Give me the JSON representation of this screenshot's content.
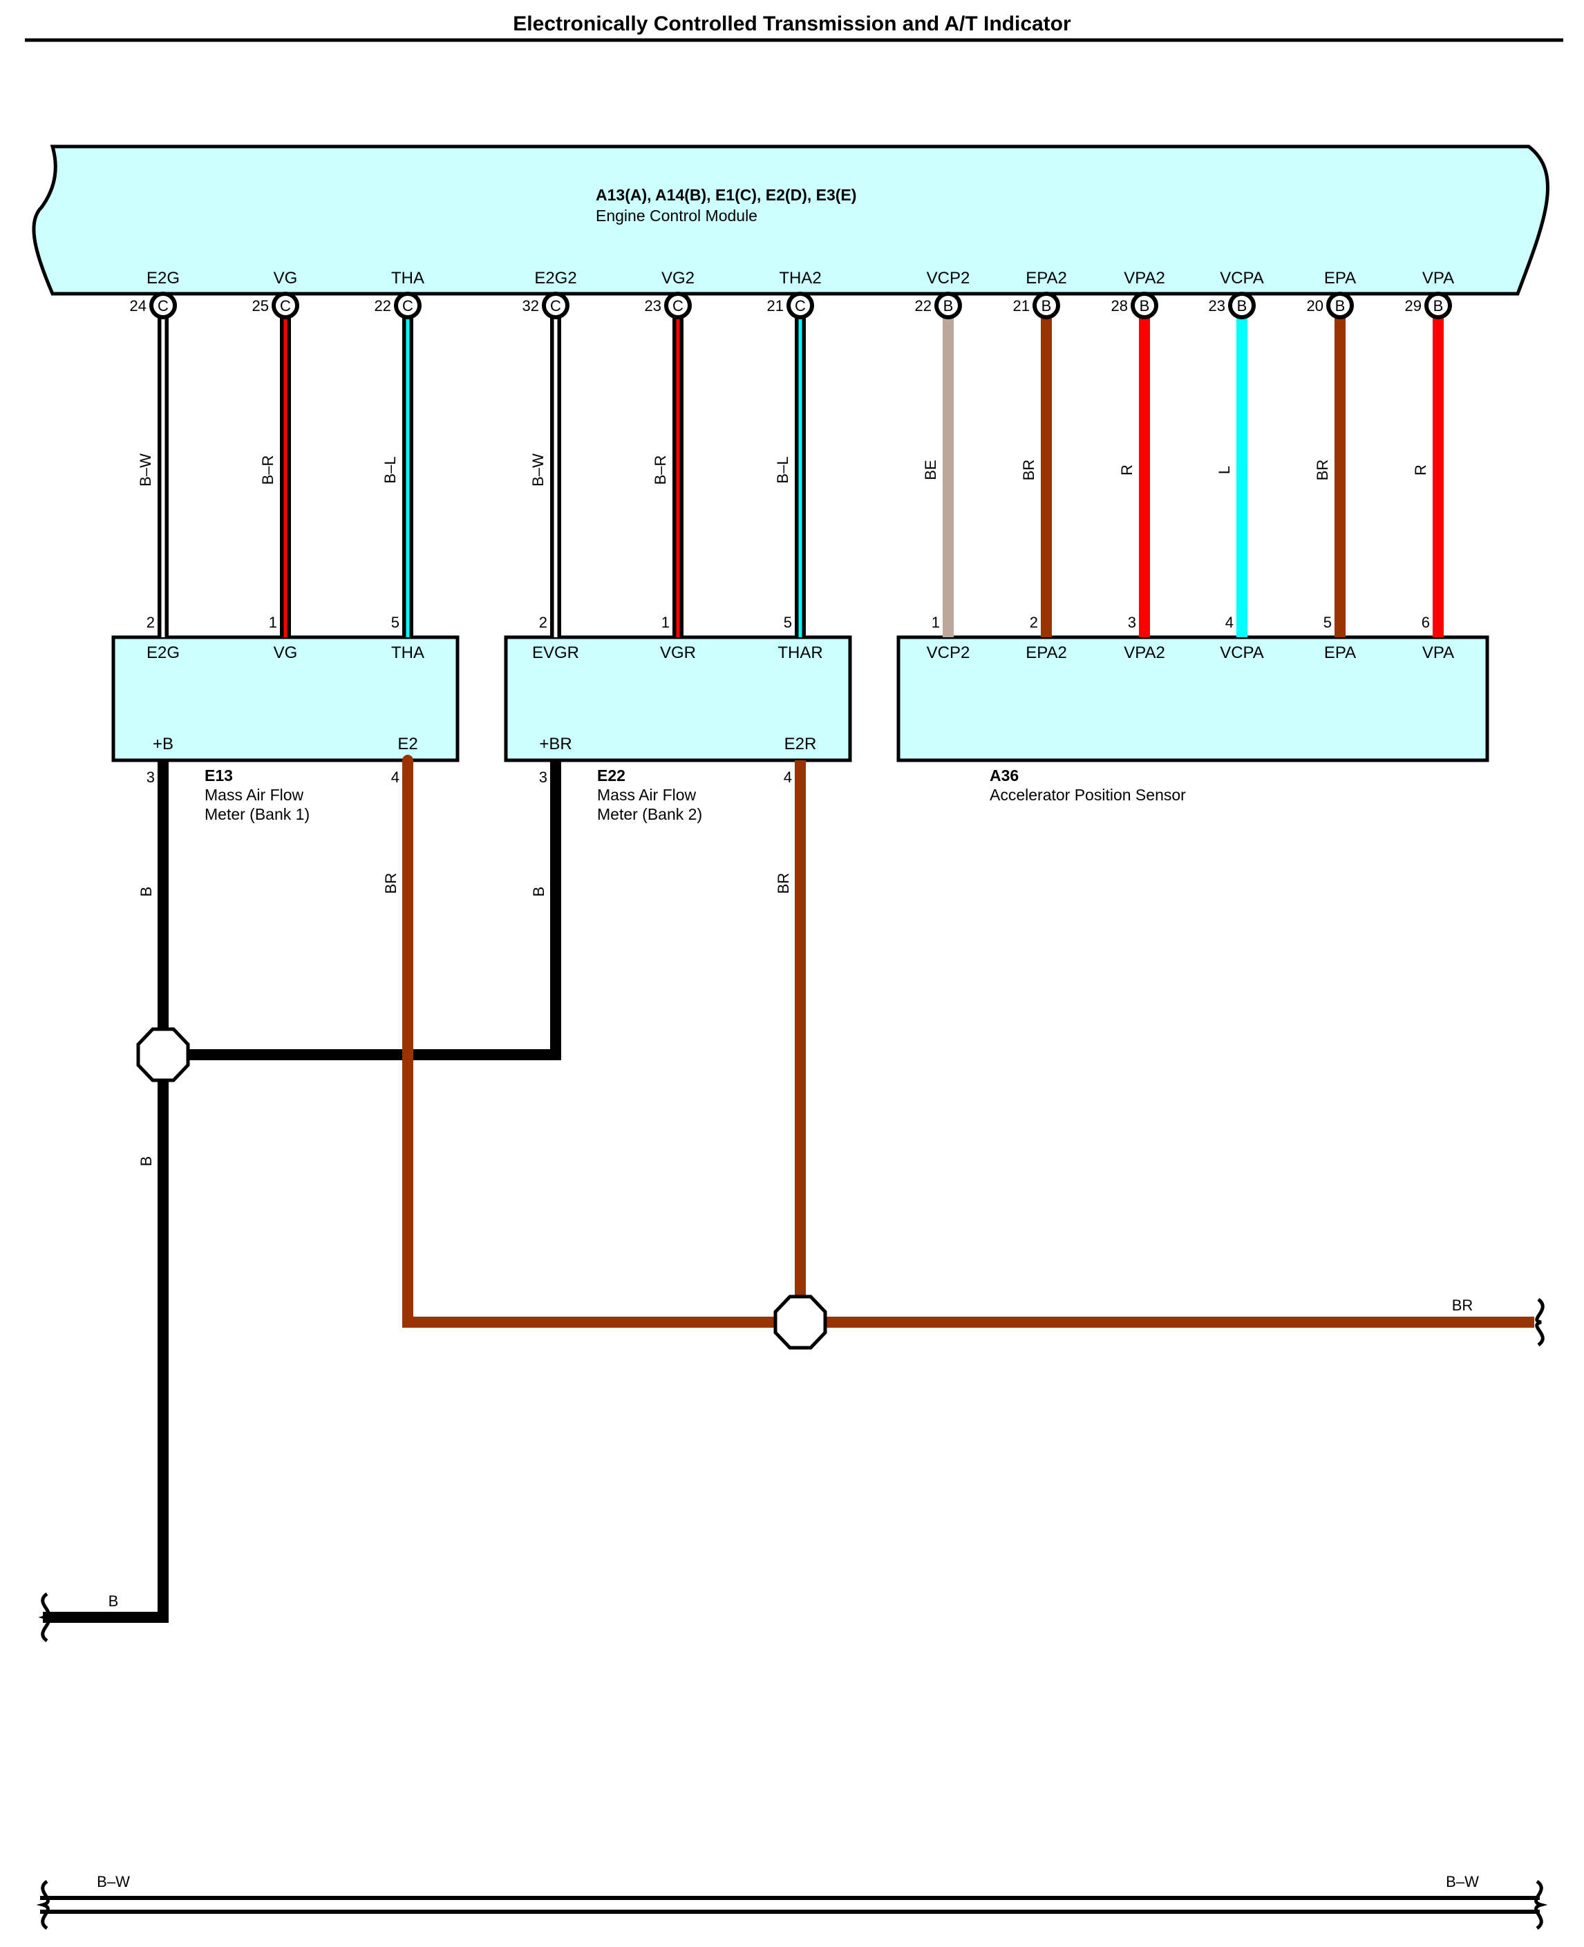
{
  "title": "Electronically Controlled Transmission and A/T Indicator",
  "colors": {
    "black": "#000000",
    "red": "#ff0000",
    "brown": "#993300",
    "cyan": "#00ffff",
    "beige": "#bba898",
    "white": "#ffffff",
    "component_fill": "#ccffff"
  },
  "ecm": {
    "connectors": "A13(A), A14(B), E1(C), E2(D), E3(E)",
    "name": "Engine Control Module",
    "terminals": [
      {
        "name": "E2G",
        "pin": "24",
        "conn": "C"
      },
      {
        "name": "VG",
        "pin": "25",
        "conn": "C"
      },
      {
        "name": "THA",
        "pin": "22",
        "conn": "C"
      },
      {
        "name": "E2G2",
        "pin": "32",
        "conn": "C"
      },
      {
        "name": "VG2",
        "pin": "23",
        "conn": "C"
      },
      {
        "name": "THA2",
        "pin": "21",
        "conn": "C"
      },
      {
        "name": "VCP2",
        "pin": "22",
        "conn": "B"
      },
      {
        "name": "EPA2",
        "pin": "21",
        "conn": "B"
      },
      {
        "name": "VPA2",
        "pin": "28",
        "conn": "B"
      },
      {
        "name": "VCPA",
        "pin": "23",
        "conn": "B"
      },
      {
        "name": "EPA",
        "pin": "20",
        "conn": "B"
      },
      {
        "name": "VPA",
        "pin": "29",
        "conn": "B"
      }
    ]
  },
  "wires": [
    {
      "label": "B–W",
      "base": "black",
      "stripe": "white"
    },
    {
      "label": "B–R",
      "base": "black",
      "stripe": "red"
    },
    {
      "label": "B–L",
      "base": "black",
      "stripe": "cyan"
    },
    {
      "label": "B–W",
      "base": "black",
      "stripe": "white"
    },
    {
      "label": "B–R",
      "base": "black",
      "stripe": "red"
    },
    {
      "label": "B–L",
      "base": "black",
      "stripe": "cyan"
    },
    {
      "label": "BE",
      "base": "beige",
      "stripe": null
    },
    {
      "label": "BR",
      "base": "brown",
      "stripe": null
    },
    {
      "label": "R",
      "base": "red",
      "stripe": null
    },
    {
      "label": "L",
      "base": "cyan",
      "stripe": null
    },
    {
      "label": "BR",
      "base": "brown",
      "stripe": null
    },
    {
      "label": "R",
      "base": "red",
      "stripe": null
    }
  ],
  "e13": {
    "id": "E13",
    "name_line1": "Mass Air Flow",
    "name_line2": "Meter (Bank 1)",
    "top_pins": [
      {
        "name": "E2G",
        "num": "2"
      },
      {
        "name": "VG",
        "num": "1"
      },
      {
        "name": "THA",
        "num": "5"
      }
    ],
    "bottom_pins": [
      {
        "name": "+B",
        "num": "3"
      },
      {
        "name": "E2",
        "num": "4"
      }
    ]
  },
  "e22": {
    "id": "E22",
    "name_line1": "Mass Air Flow",
    "name_line2": "Meter (Bank 2)",
    "top_pins": [
      {
        "name": "EVGR",
        "num": "2"
      },
      {
        "name": "VGR",
        "num": "1"
      },
      {
        "name": "THAR",
        "num": "5"
      }
    ],
    "bottom_pins": [
      {
        "name": "+BR",
        "num": "3"
      },
      {
        "name": "E2R",
        "num": "4"
      }
    ]
  },
  "a36": {
    "id": "A36",
    "name": "Accelerator Position Sensor",
    "top_pins": [
      {
        "name": "VCP2",
        "num": "1"
      },
      {
        "name": "EPA2",
        "num": "2"
      },
      {
        "name": "VPA2",
        "num": "3"
      },
      {
        "name": "VCPA",
        "num": "4"
      },
      {
        "name": "EPA",
        "num": "5"
      },
      {
        "name": "VPA",
        "num": "6"
      }
    ]
  },
  "lower_wires": {
    "e13_b_upper": "B",
    "e13_br": "BR",
    "e22_b": "B",
    "e22_br": "BR",
    "b_lower": "B",
    "br_right": "BR",
    "b_left": "B",
    "bw_left": "B–W",
    "bw_right": "B–W"
  }
}
